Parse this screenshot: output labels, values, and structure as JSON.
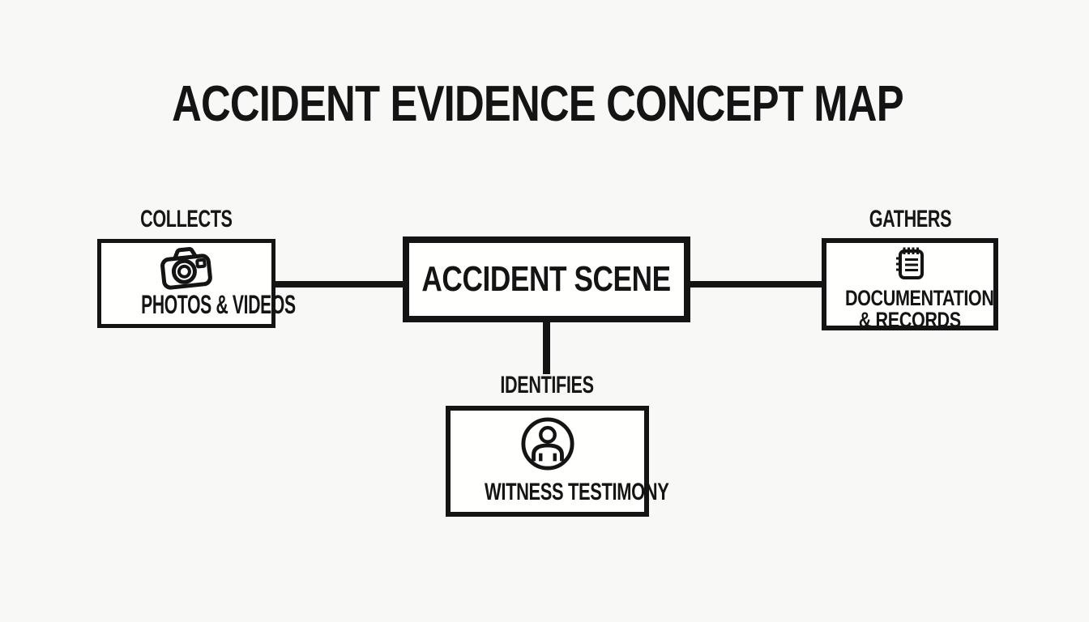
{
  "title": "ACCIDENT EVIDENCE CONCEPT MAP",
  "center_node": {
    "label": "ACCIDENT SCENE"
  },
  "left_node": {
    "relation": "COLLECTS",
    "label": "PHOTOS & VIDEOS",
    "icon": "camera-icon"
  },
  "right_node": {
    "relation": "GATHERS",
    "lines": [
      "DOCUMENTATION",
      "& RECORDS"
    ],
    "icon": "notepad-icon"
  },
  "bottom_node": {
    "relation": "IDENTIFIES",
    "label": "WITNESS TESTIMONY",
    "icon": "person-icon"
  },
  "colors": {
    "background": "#f8f8f6",
    "ink": "#141414",
    "node_fill": "#fffffe"
  }
}
